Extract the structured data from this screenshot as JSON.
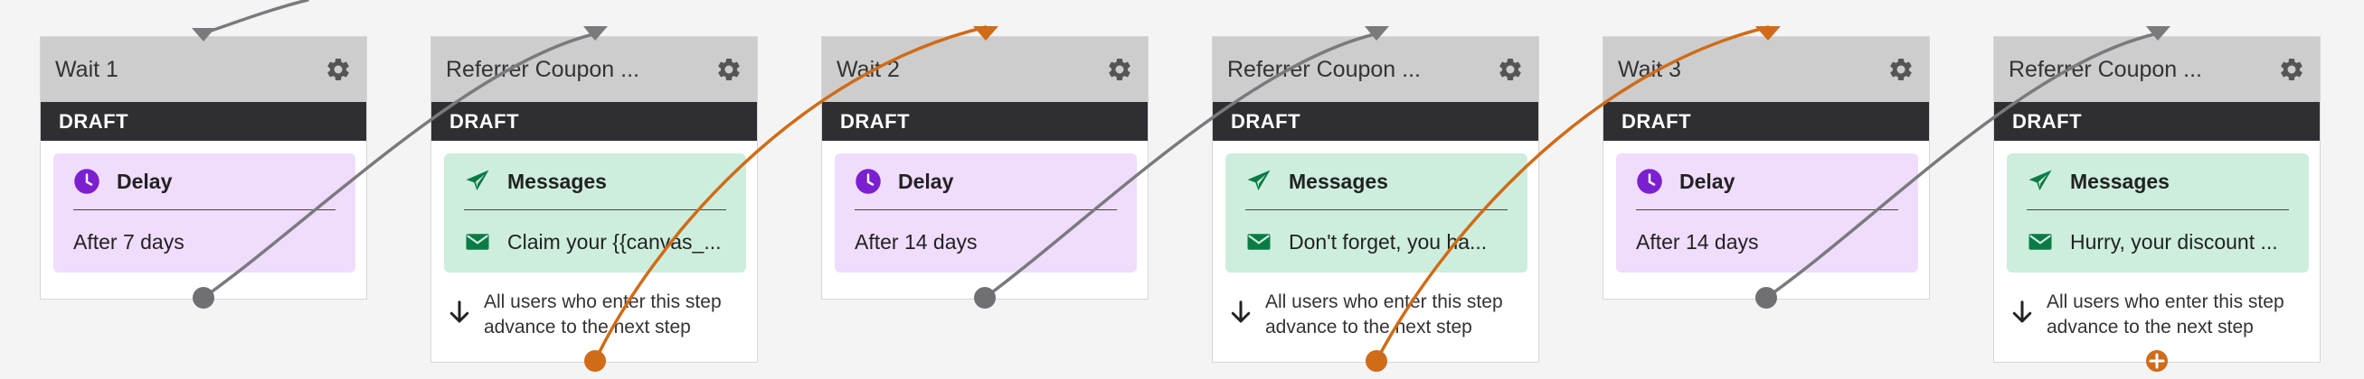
{
  "steps": [
    {
      "title": "Wait 1",
      "status": "DRAFT",
      "box_heading": "Delay",
      "box_text": "After 7 days"
    },
    {
      "title": "Referrer Coupon ...",
      "status": "DRAFT",
      "box_heading": "Messages",
      "box_text": "Claim your {{canvas_...",
      "advance": "All users who enter this step advance to the next step"
    },
    {
      "title": "Wait 2",
      "status": "DRAFT",
      "box_heading": "Delay",
      "box_text": "After 14 days"
    },
    {
      "title": "Referrer Coupon ...",
      "status": "DRAFT",
      "box_heading": "Messages",
      "box_text": "Don't forget, you ha...",
      "advance": "All users who enter this step advance to the next step"
    },
    {
      "title": "Wait 3",
      "status": "DRAFT",
      "box_heading": "Delay",
      "box_text": "After 14 days"
    },
    {
      "title": "Referrer Coupon ...",
      "status": "DRAFT",
      "box_heading": "Messages",
      "box_text": "Hurry, your discount ...",
      "advance": "All users who enter this step advance to the next step"
    }
  ],
  "colors": {
    "canvas_bg": "#f4f4f4",
    "header_bg": "#cdcdcd",
    "status_bg": "#2e2e33",
    "delay_bg": "#f0dcfd",
    "delay_icon": "#7b1fd1",
    "messages_bg": "#cdeedd",
    "messages_icon": "#0b7b46",
    "connector_gray": "#7a7a7e",
    "connector_orange": "#d06b17"
  },
  "icons": {
    "settings": "gear-icon",
    "delay": "clock-icon",
    "messages": "paper-plane-icon",
    "message_item": "envelope-icon",
    "advance": "arrow-down-icon",
    "add": "plus-circle-icon"
  }
}
